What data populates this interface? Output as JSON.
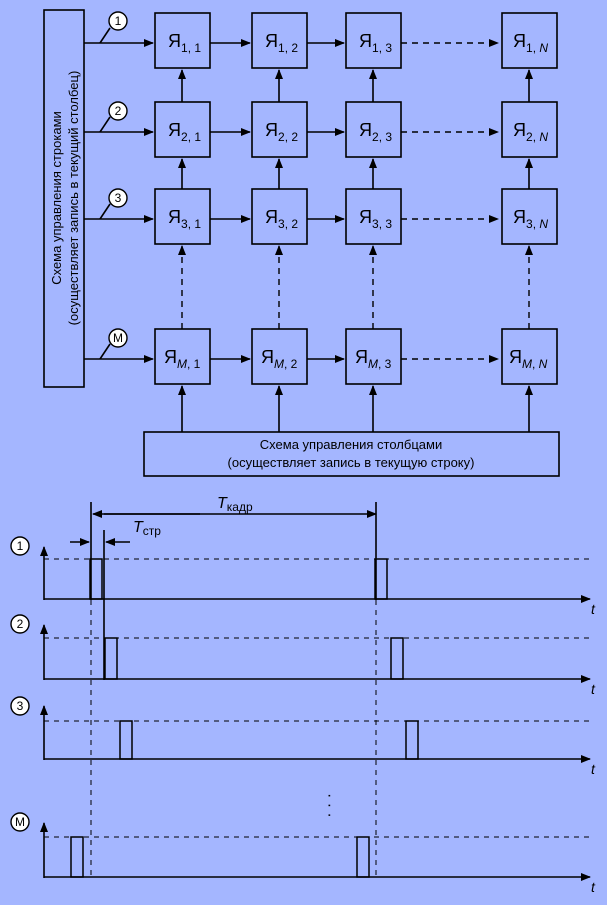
{
  "diagram": {
    "row_control": {
      "line1": "Схема управления строками",
      "line2": "(осуществляет запись в текущий столбец)"
    },
    "column_control": {
      "line1": "Схема управления столбцами",
      "line2": "(осуществляет запись в текущую строку)"
    },
    "cell_letter": "Я",
    "row_ids": [
      "1",
      "2",
      "3",
      "M"
    ],
    "col_ids": [
      "1",
      "2",
      "3",
      "N"
    ],
    "row_markers": [
      "1",
      "2",
      "3",
      "M"
    ]
  },
  "timing": {
    "frame_label": "T",
    "frame_sub": "кадр",
    "line_label": "T",
    "line_sub": "стр",
    "time_axis": "t",
    "channels": [
      "1",
      "2",
      "3",
      "M"
    ],
    "ellipsis": "· · ·"
  }
}
